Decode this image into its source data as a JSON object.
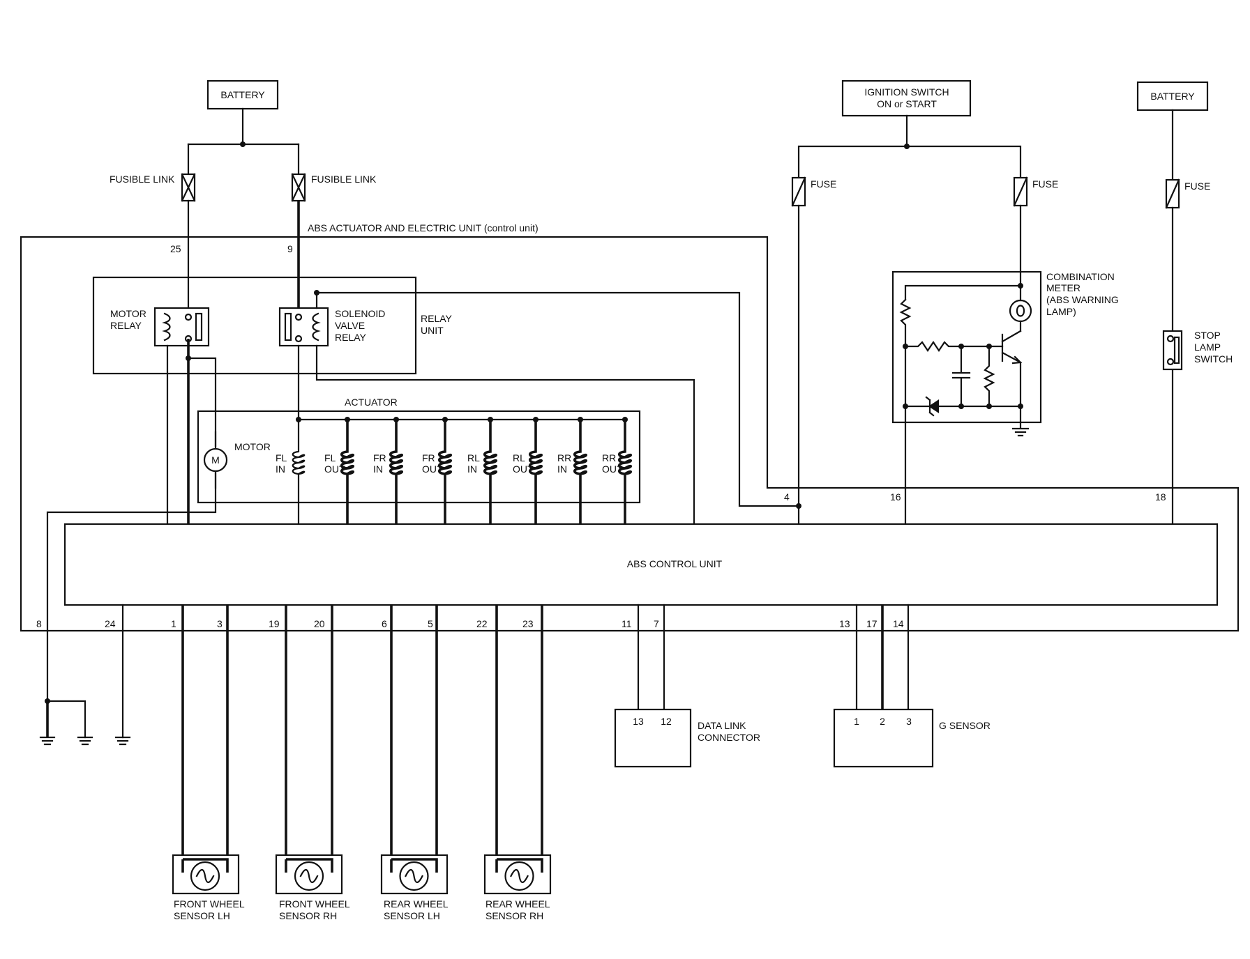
{
  "labels": {
    "battery_left": "BATTERY",
    "battery_right": "BATTERY",
    "ignition_line1": "IGNITION SWITCH",
    "ignition_line2": "ON or START",
    "fusible_link_left": "FUSIBLE LINK",
    "fusible_link_right": "FUSIBLE LINK",
    "fuse_1": "FUSE",
    "fuse_2": "FUSE",
    "fuse_3": "FUSE",
    "abs_actuator_unit": "ABS ACTUATOR AND ELECTRIC UNIT (control unit)",
    "motor_relay_1": "MOTOR",
    "motor_relay_2": "RELAY",
    "solenoid_1": "SOLENOID",
    "solenoid_2": "VALVE",
    "solenoid_3": "RELAY",
    "relay_unit_1": "RELAY",
    "relay_unit_2": "UNIT",
    "actuator": "ACTUATOR",
    "motor": "MOTOR",
    "motor_symbol": "M",
    "combination_1": "COMBINATION",
    "combination_2": "METER",
    "combination_3": "(ABS WARNING",
    "combination_4": "LAMP)",
    "stop_lamp_1": "STOP",
    "stop_lamp_2": "LAMP",
    "stop_lamp_3": "SWITCH",
    "abs_control_unit": "ABS CONTROL UNIT",
    "data_link_1": "DATA LINK",
    "data_link_2": "CONNECTOR",
    "g_sensor": "G SENSOR",
    "fl_sensor_1": "FRONT WHEEL",
    "fl_sensor_2": "SENSOR LH",
    "fr_sensor_1": "FRONT WHEEL",
    "fr_sensor_2": "SENSOR RH",
    "rl_sensor_1": "REAR WHEEL",
    "rl_sensor_2": "SENSOR LH",
    "rr_sensor_1": "REAR WHEEL",
    "rr_sensor_2": "SENSOR RH"
  },
  "solenoids": [
    {
      "a": "FL",
      "b": "IN"
    },
    {
      "a": "FL",
      "b": "OUT"
    },
    {
      "a": "FR",
      "b": "IN"
    },
    {
      "a": "FR",
      "b": "OUT"
    },
    {
      "a": "RL",
      "b": "IN"
    },
    {
      "a": "RL",
      "b": "OUT"
    },
    {
      "a": "RR",
      "b": "IN"
    },
    {
      "a": "RR",
      "b": "OUT"
    }
  ],
  "pins": {
    "p25": "25",
    "p9": "9",
    "p4": "4",
    "p16": "16",
    "p18": "18",
    "p8": "8",
    "p24": "24",
    "p1": "1",
    "p3": "3",
    "p19": "19",
    "p20": "20",
    "p6": "6",
    "p5": "5",
    "p22": "22",
    "p23": "23",
    "p11": "11",
    "p7": "7",
    "p13": "13",
    "p17": "17",
    "p14": "14",
    "dlc13": "13",
    "dlc12": "12",
    "g1": "1",
    "g2": "2",
    "g3": "3"
  }
}
